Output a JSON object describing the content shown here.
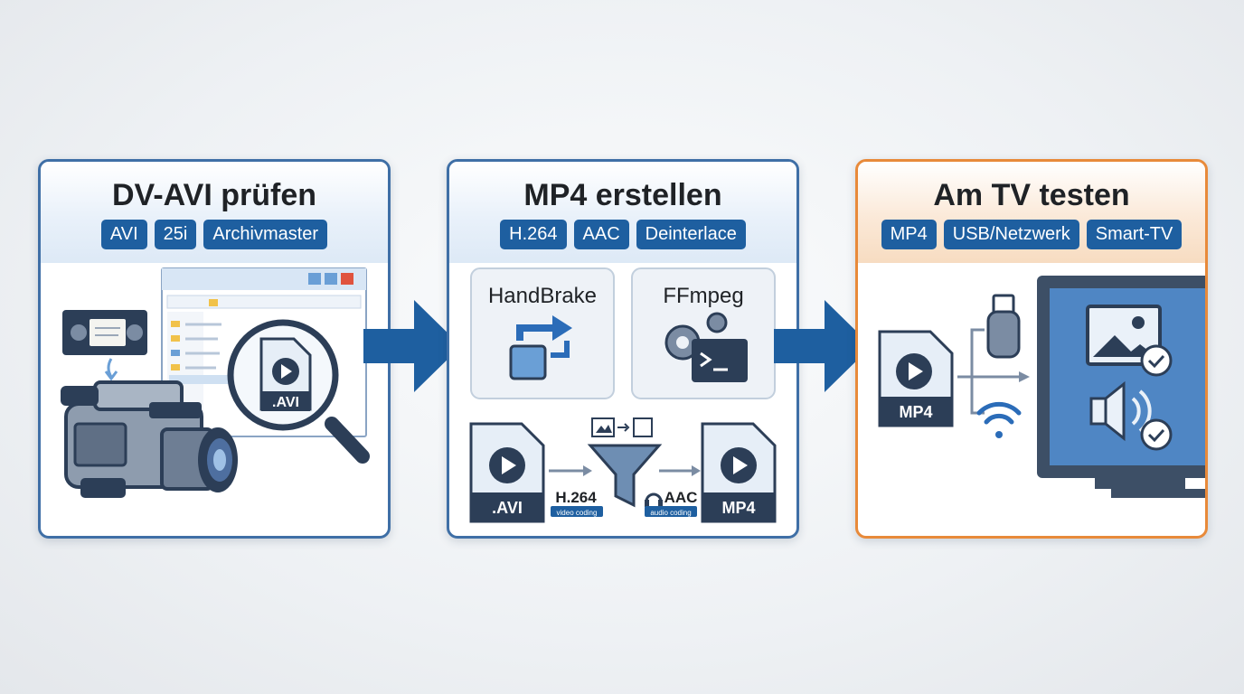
{
  "steps": [
    {
      "title": "DV-AVI prüfen",
      "tags": [
        "AVI",
        "25i",
        "Archivmaster"
      ],
      "file_label": ".AVI"
    },
    {
      "title": "MP4 erstellen",
      "tags": [
        "H.264",
        "AAC",
        "Deinterlace"
      ],
      "tools": [
        "HandBrake",
        "FFmpeg"
      ],
      "pipeline": {
        "input": ".AVI",
        "video_codec": "H.264",
        "video_caption": "video coding",
        "audio_codec": "AAC",
        "audio_caption": "audio coding",
        "output": "MP4"
      }
    },
    {
      "title": "Am TV testen",
      "tags": [
        "MP4",
        "USB/Netzwerk",
        "Smart-TV"
      ],
      "file_label": "MP4"
    }
  ],
  "colors": {
    "primary": "#1e5fa0",
    "panel_border": "#3f6fa6",
    "accent_orange": "#e88a3a",
    "icon_dark": "#2c3e57",
    "icon_light": "#dfe8f2"
  }
}
